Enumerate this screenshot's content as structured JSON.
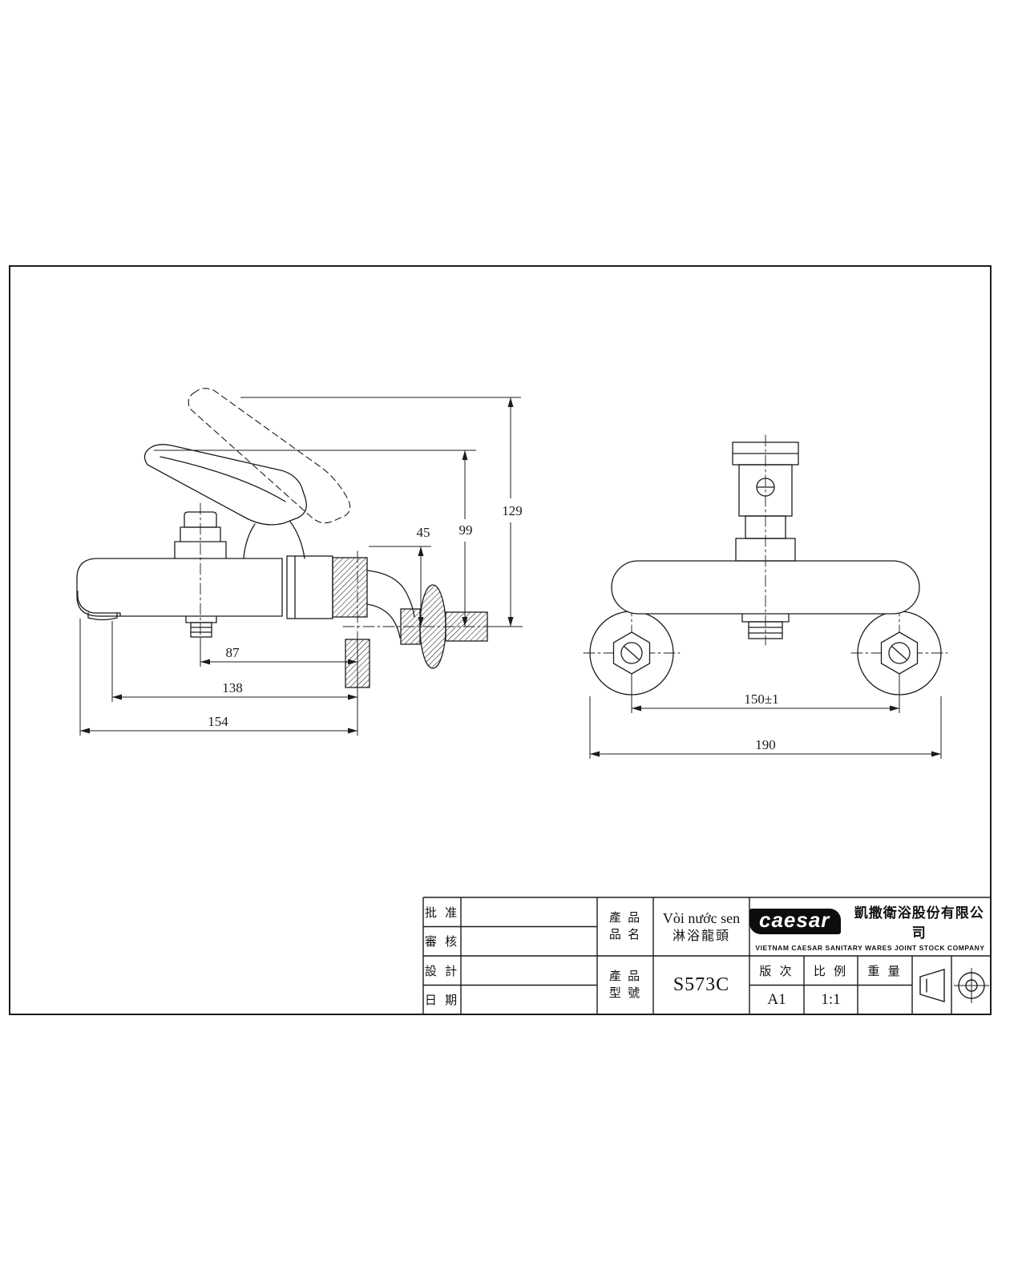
{
  "views": {
    "side": {
      "dims": {
        "total_height": "129",
        "handle_height": "99",
        "nut_height": "45",
        "outlet_offset": "87",
        "spout_reach": "138",
        "total_width": "154"
      }
    },
    "front": {
      "dims": {
        "center_distance": "150±1",
        "total_width": "190"
      }
    }
  },
  "title_block": {
    "approval_rows": [
      {
        "label": "批 准"
      },
      {
        "label": "審 核"
      },
      {
        "label": "設 計"
      },
      {
        "label": "日 期"
      }
    ],
    "product_name_label_line1": "產 品",
    "product_name_label_line2": "品 名",
    "product_name_vn": "Vòi nước sen",
    "product_name_cn": "淋浴龍頭",
    "model_label_line1": "產 品",
    "model_label_line2": "型 號",
    "model": "S573C",
    "brand": {
      "logo_text": "caesar",
      "company_cn": "凱撒衛浴股份有限公司",
      "company_en": "VIETNAM CAESAR SANITARY WARES JOINT STOCK COMPANY"
    },
    "spec": {
      "version_label": "版 次",
      "version_value": "A1",
      "scale_label": "比 例",
      "scale_value": "1:1",
      "weight_label": "重 量",
      "weight_value": ""
    }
  }
}
